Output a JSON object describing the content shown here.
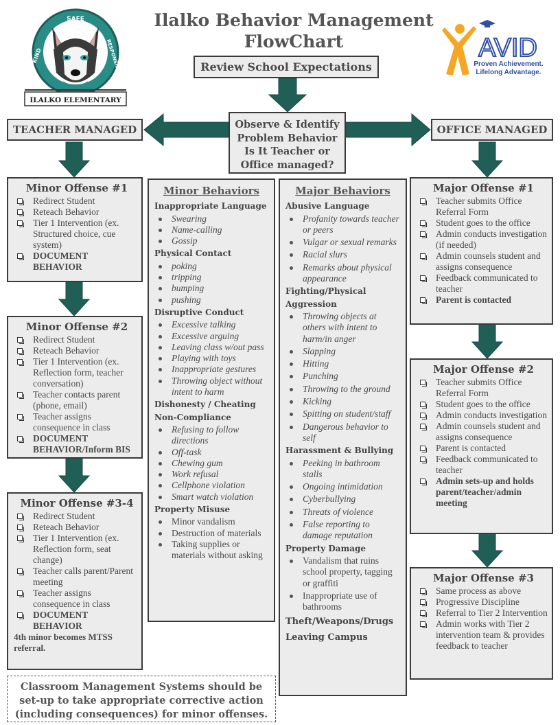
{
  "title": {
    "line1": "Ilalko Behavior Management",
    "line2": "FlowChart"
  },
  "school_logo": {
    "ring_words": [
      "KIND",
      "SAFE",
      "RESPONSIBLE"
    ],
    "banner": "ILALKO ELEMENTARY",
    "ring_color": "#2a8c86"
  },
  "avid_logo": {
    "wordmark": "AVID",
    "tagline1": "Proven Achievement.",
    "tagline2": "Lifelong Advantage.",
    "figure_color": "#f5a623",
    "text_color": "#2f4fa6"
  },
  "review": "Review School Expectations",
  "observe": {
    "line1": "Observe & Identify",
    "line2": "Problem Behavior",
    "line3": "Is It Teacher or",
    "line4": "Office managed?"
  },
  "teacher_managed": "TEACHER MANAGED",
  "office_managed": "OFFICE MANAGED",
  "arrow_color": "#1f5f55",
  "minor1": {
    "title": "Minor Offense #1",
    "items": [
      "Redirect Student",
      "Reteach Behavior",
      "Tier 1 Intervention (ex. Structured choice, cue system)",
      "DOCUMENT BEHAVIOR"
    ]
  },
  "minor2": {
    "title": "Minor Offense #2",
    "items": [
      "Redirect Student",
      "Reteach Behavior",
      "Tier 1 Intervention (ex. Reflection form, teacher conversation)",
      "Teacher contacts parent (phone, email)",
      "Teacher assigns consequence in class",
      "DOCUMENT BEHAVIOR/Inform BIS"
    ]
  },
  "minor34": {
    "title": "Minor Offense #3-4",
    "items": [
      "Redirect Student",
      "Reteach Behavior",
      "Tier 1 Intervention (ex. Reflection form, seat change)",
      "Teacher calls parent/Parent meeting",
      "Teacher assigns consequence in class",
      "DOCUMENT BEHAVIOR"
    ],
    "note": "4th minor becomes MTSS referral."
  },
  "minor_behaviors": {
    "title": "Minor Behaviors",
    "cat1": "Inappropriate Language",
    "cat1_items": [
      "Swearing",
      "Name-calling",
      "Gossip"
    ],
    "cat2": "Physical Contact",
    "cat2_items": [
      "poking",
      "tripping",
      "bumping",
      "pushing"
    ],
    "cat3": "Disruptive Conduct",
    "cat3_items": [
      "Excessive talking",
      "Excessive arguing",
      "Leaving class w/out pass",
      "Playing with toys",
      "Inappropriate gestures",
      "Throwing object without intent to harm"
    ],
    "cat4": "Dishonesty / Cheating",
    "cat5": "Non-Compliance",
    "cat5_items": [
      "Refusing to follow directions",
      "Off-task",
      "Chewing gum",
      "Work refusal",
      "Cellphone violation",
      "Smart watch violation"
    ],
    "cat6": "Property Misuse",
    "cat6_items": [
      "Minor vandalism",
      "Destruction of materials",
      "Taking supplies or materials without asking"
    ]
  },
  "major_behaviors": {
    "title": "Major Behaviors",
    "cat1": "Abusive Language",
    "cat1_items": [
      "Profanity towards teacher or peers",
      "Vulgar or sexual remarks",
      "Racial slurs",
      "Remarks about physical appearance"
    ],
    "cat2a": "Fighting/Physical",
    "cat2b": "Aggression",
    "cat2_items": [
      "Throwing objects at others with intent to harm/in anger",
      "Slapping",
      "Hitting",
      "Punching",
      "Throwing to the ground",
      "Kicking",
      "Spitting on student/staff",
      "Dangerous behavior to self"
    ],
    "cat3": "Harassment & Bullying",
    "cat3_items": [
      "Peeking in bathroom stalls",
      "Ongoing intimidation",
      "Cyberbullying",
      "Threats of violence",
      "False reporting to damage reputation"
    ],
    "cat4": "Property Damage",
    "cat4_items": [
      "Vandalism that ruins school property, tagging or graffiti",
      "Inappropriate use of bathrooms"
    ],
    "cat5": "Theft/Weapons/Drugs",
    "cat6": "Leaving Campus"
  },
  "major1": {
    "title": "Major Offense #1",
    "items": [
      "Teacher submits Office Referral Form",
      "Student goes to the office",
      "Admin conducts investigation (if needed)",
      "Admin counsels student and assigns consequence",
      "Feedback communicated to teacher",
      "Parent is contacted"
    ]
  },
  "major2": {
    "title": "Major Offense #2",
    "items": [
      "Teacher submits Office Referral Form",
      "Student goes to the office",
      "Admin conducts investigation",
      "Admin counsels student and assigns consequence",
      "Parent is contacted",
      "Feedback communicated to teacher",
      "Admin sets-up and holds parent/teacher/admin meeting"
    ]
  },
  "major3": {
    "title": "Major Offense #3",
    "items": [
      "Same process as above",
      "Progressive Discipline",
      "Referral to Tier 2 Intervention",
      "Admin works with Tier 2 intervention team & provides feedback to teacher"
    ]
  },
  "footer": {
    "line1": "Classroom Management Systems should be",
    "line2": "set-up to take appropriate corrective action",
    "line3": "(including consequences) for minor offenses."
  }
}
